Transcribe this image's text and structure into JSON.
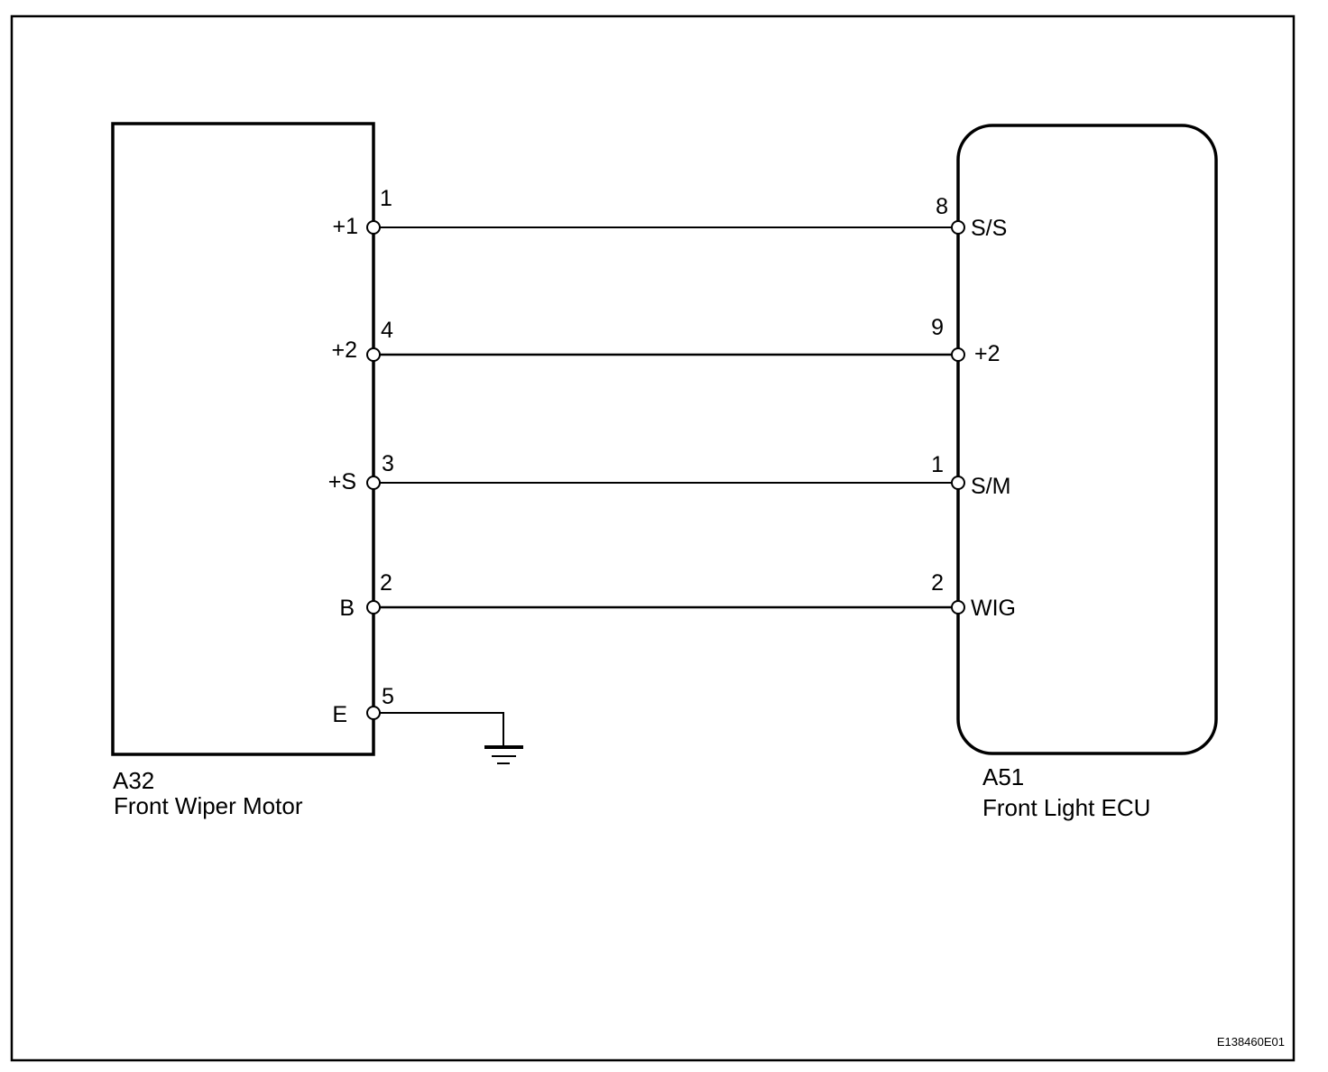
{
  "diagram": {
    "components": {
      "left": {
        "code": "A32",
        "name": "Front Wiper Motor"
      },
      "right": {
        "code": "A51",
        "name": "Front Light ECU"
      }
    },
    "connections": [
      {
        "left_terminal": "+1",
        "left_pin": "1",
        "right_pin": "8",
        "right_terminal": "S/S"
      },
      {
        "left_terminal": "+2",
        "left_pin": "4",
        "right_pin": "9",
        "right_terminal": "+2"
      },
      {
        "left_terminal": "+S",
        "left_pin": "3",
        "right_pin": "1",
        "right_terminal": "S/M"
      },
      {
        "left_terminal": "B",
        "left_pin": "2",
        "right_pin": "2",
        "right_terminal": "WIG"
      }
    ],
    "ground": {
      "left_terminal": "E",
      "left_pin": "5"
    },
    "figure_code": "E138460E01"
  }
}
